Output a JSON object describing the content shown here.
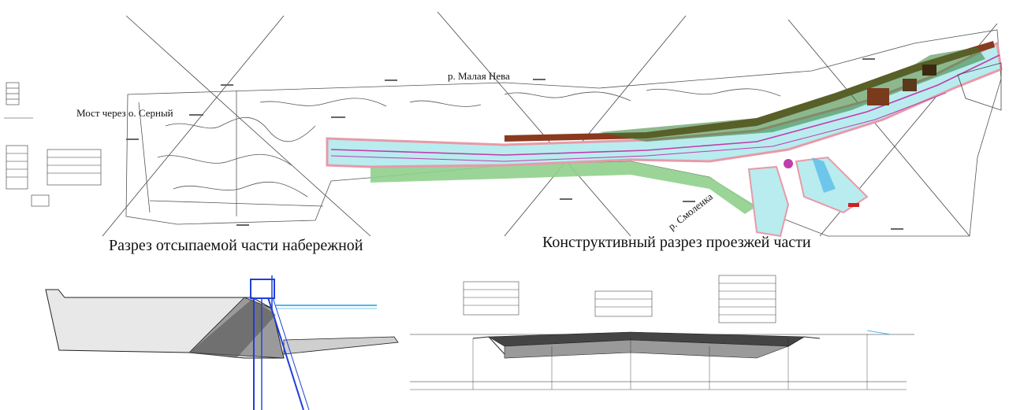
{
  "plan": {
    "river_main": "р. Малая Нева",
    "river_branch": "р. Смоленка",
    "bridge": "Мост через о. Серный"
  },
  "sections": {
    "embankment_title": "Разрез отсыпаемой части набережной",
    "roadway_title": "Конструктивный разрез проезжей части"
  },
  "colors": {
    "road_surface": "#b9ecef",
    "road_edge": "#e79aa8",
    "lane_marking": "#c03caa",
    "green_area": "#8fd08c",
    "sidewalk_brown": "#8a3a1e",
    "pile": "#1f3fd8",
    "water": "#4fb8e8"
  }
}
